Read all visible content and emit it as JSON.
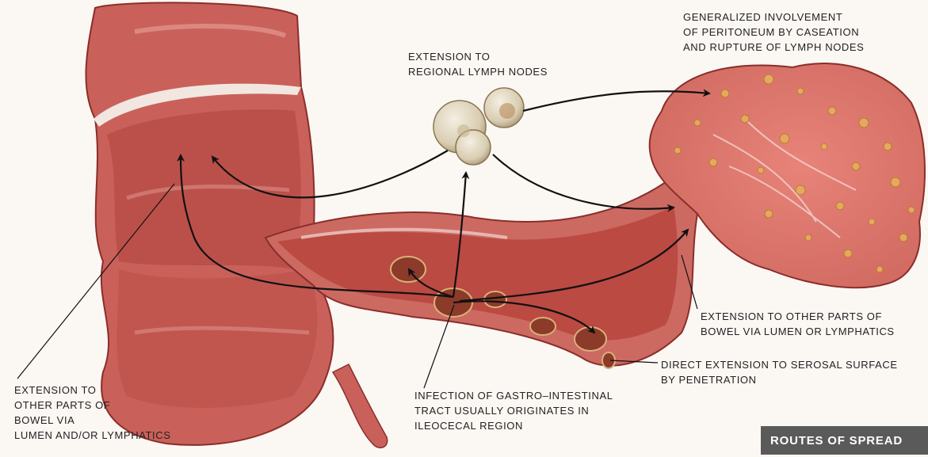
{
  "labels": {
    "peritoneum": [
      "GENERALIZED INVOLVEMENT",
      "OF PERITONEUM BY CASEATION",
      "AND RUPTURE OF LYMPH NODES"
    ],
    "regional_nodes": [
      "EXTENSION TO",
      "REGIONAL LYMPH NODES"
    ],
    "bowel_lumen_lymphatics": [
      "EXTENSION TO OTHER PARTS OF",
      "BOWEL VIA LUMEN OR LYMPHATICS"
    ],
    "serosal_surface": [
      "DIRECT EXTENSION TO SEROSAL SURFACE",
      "BY PENETRATION"
    ],
    "origin": [
      "INFECTION OF GASTRO–INTESTINAL",
      "TRACT USUALLY ORIGINATES IN",
      "ILEOCECAL REGION"
    ],
    "bowel_lumen_and_or": [
      "EXTENSION TO",
      "OTHER PARTS OF",
      "BOWEL VIA",
      "LUMEN AND/OR LYMPHATICS"
    ]
  },
  "title": "ROUTES OF SPREAD",
  "colors": {
    "bowel_wall": "#c85a52",
    "bowel_inner": "#b8433f",
    "bowel_highlight": "#e2938a",
    "node": "#e3d9c4",
    "nodule": "#e0a85a",
    "arrow": "#111111",
    "title_bg": "#5a5a5a"
  }
}
